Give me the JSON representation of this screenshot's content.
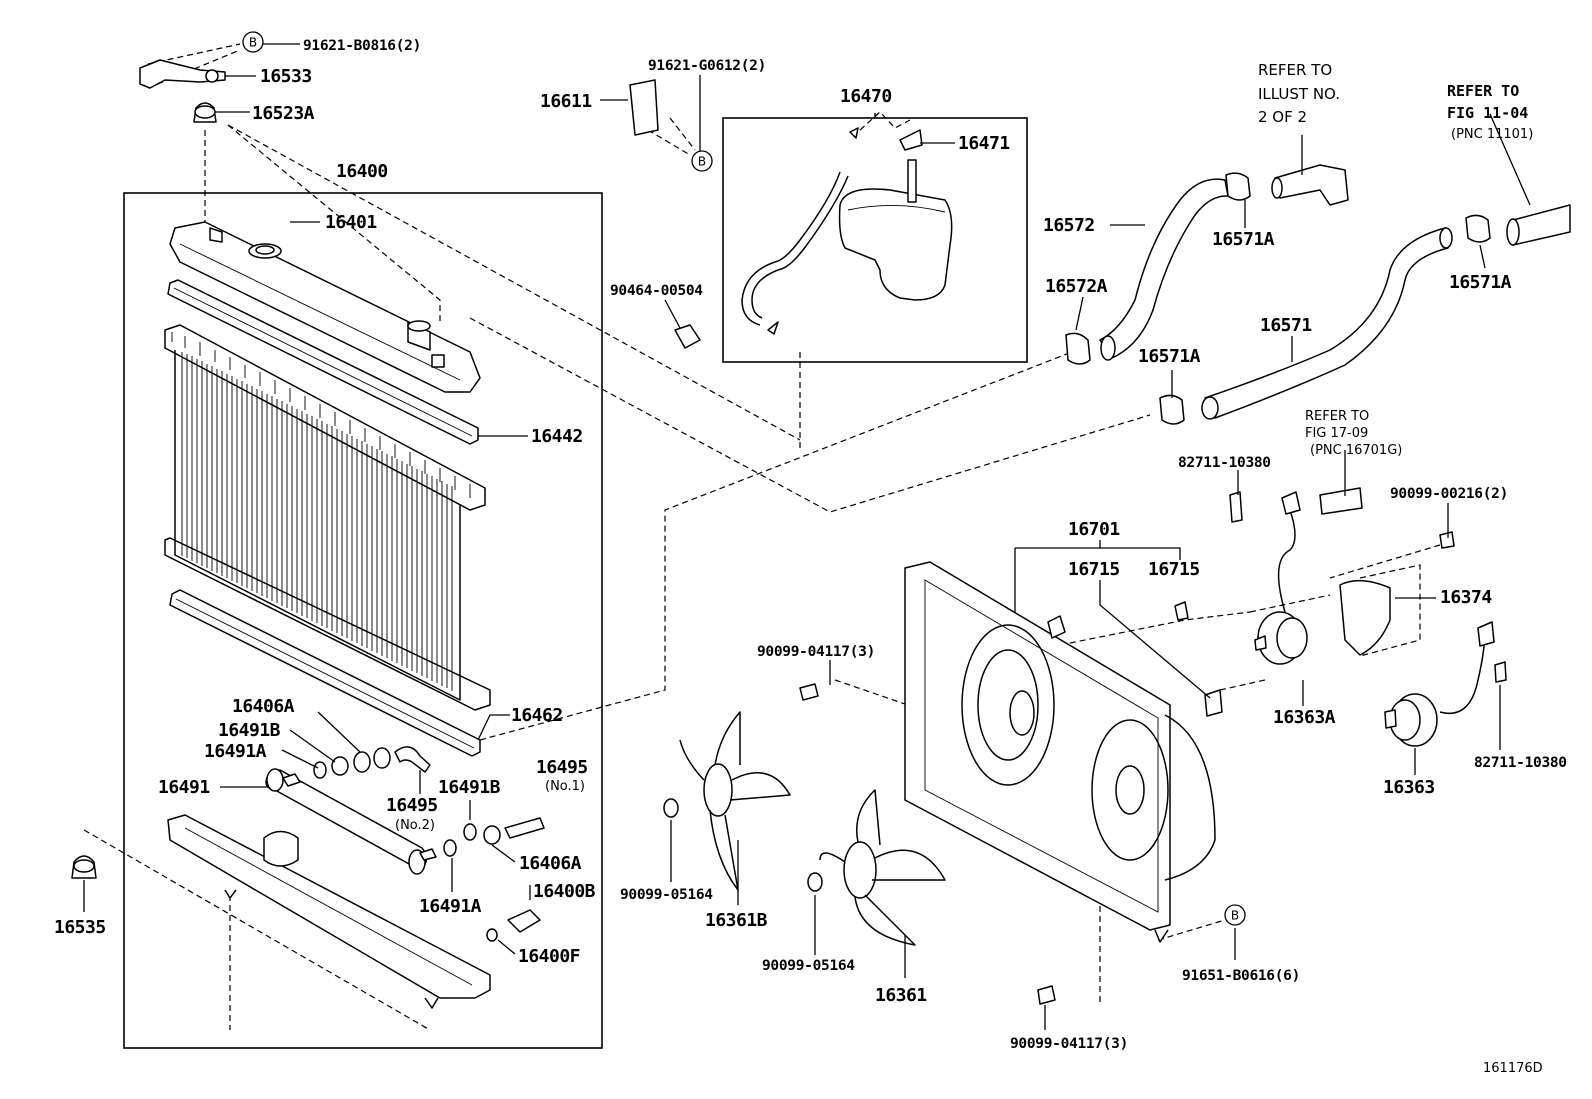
{
  "diagram_id": "161176D",
  "reference_notes": {
    "illust": [
      "REFER TO",
      "ILLUST NO.",
      "2 OF 2"
    ],
    "fig_11_04": [
      "REFER TO",
      "FIG 11-04",
      "(PNC 11101)"
    ],
    "fig_17_09": [
      "REFER TO",
      "FIG 17-09",
      "(PNC 16701G)"
    ]
  },
  "badge_letter": "B",
  "parts": {
    "p91621_B0816": "91621-B0816(2)",
    "p16533": "16533",
    "p16523A": "16523A",
    "p16400": "16400",
    "p16401": "16401",
    "p16442": "16442",
    "p16462": "16462",
    "p16406A_top": "16406A",
    "p16491B_top": "16491B",
    "p16491A_top": "16491A",
    "p16491": "16491",
    "p16495_no2": "16495",
    "p16495_no2_sub": "(No.2)",
    "p16495_no1": "16495",
    "p16495_no1_sub": "(No.1)",
    "p16491B_bot": "16491B",
    "p16406A_bot": "16406A",
    "p16491A_bot": "16491A",
    "p16400B": "16400B",
    "p16400F": "16400F",
    "p16535": "16535",
    "p16611": "16611",
    "p91621_G0612": "91621-G0612(2)",
    "p16470": "16470",
    "p16471": "16471",
    "p90464_00504": "90464-00504",
    "p16572": "16572",
    "p16572A": "16572A",
    "p16571A_top": "16571A",
    "p16571A_right": "16571A",
    "p16571A_mid": "16571A",
    "p16571": "16571",
    "p82711_10380_top": "82711-10380",
    "p90099_00216": "90099-00216(2)",
    "p16701": "16701",
    "p16715_a": "16715",
    "p16715_b": "16715",
    "p16374": "16374",
    "p90099_04117_top": "90099-04117(3)",
    "p16363A": "16363A",
    "p82711_10380_bot": "82711-10380",
    "p16363": "16363",
    "p90099_05164_a": "90099-05164",
    "p16361B": "16361B",
    "p90099_05164_b": "90099-05164",
    "p16361": "16361",
    "p91651_B0616": "91651-B0616(6)",
    "p90099_04117_bot": "90099-04117(3)"
  }
}
